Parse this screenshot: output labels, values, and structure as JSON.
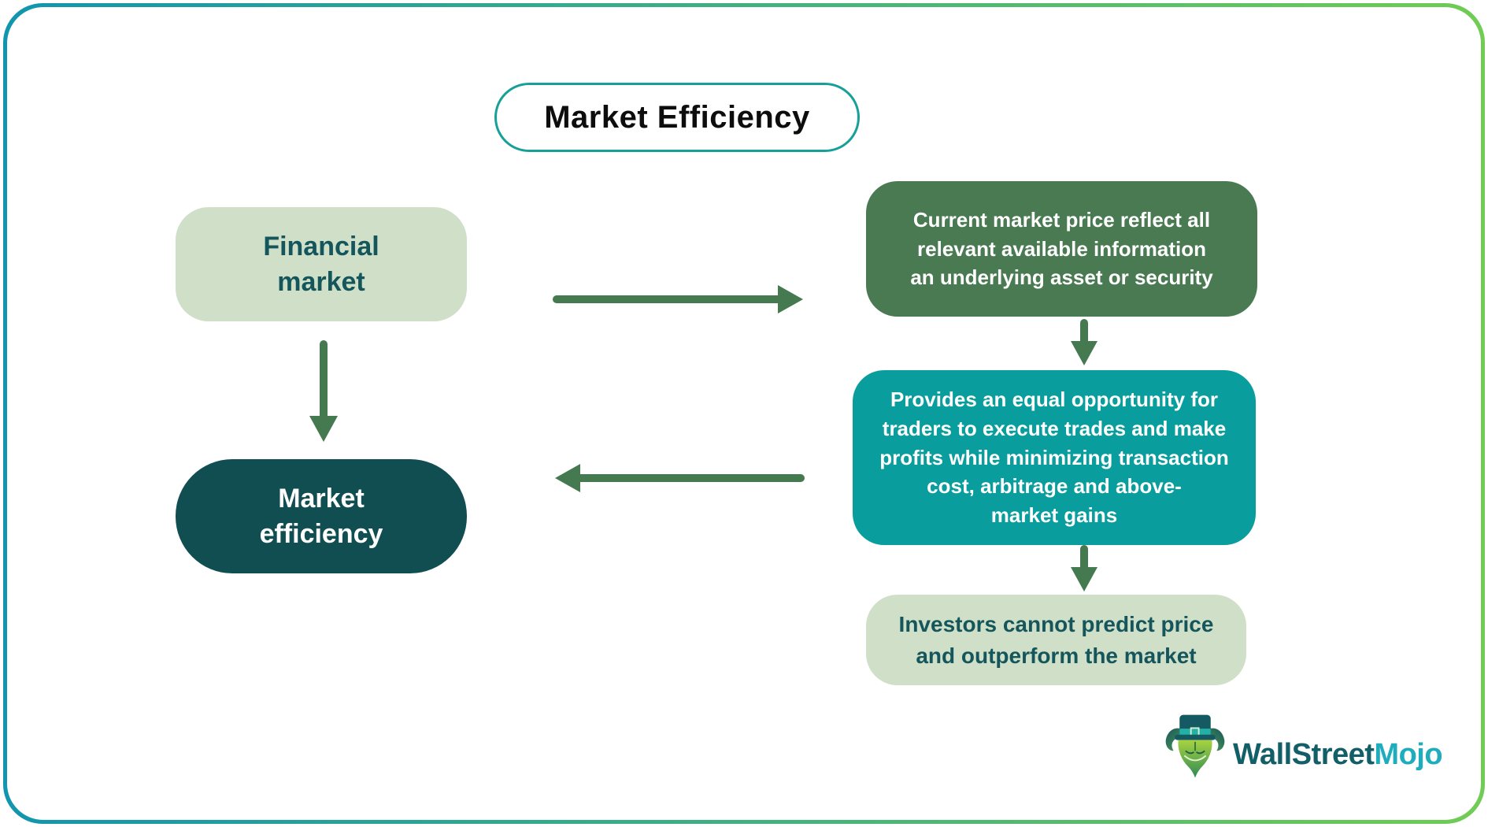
{
  "header": {
    "title": "Market Efficiency"
  },
  "left_column": {
    "financial_market": "Financial\nmarket",
    "market_efficiency": "Market\nefficiency"
  },
  "right_column": {
    "current_price_box": "Current market price reflect all\nrelevant available information\nan underlying asset or security",
    "equal_opportunity_box": "Provides an equal opportunity for\ntraders to execute trades and make\nprofits while minimizing transaction\ncost, arbitrage and above-\nmarket gains",
    "investors_box": "Investors cannot predict price\nand outperform the market"
  },
  "branding": {
    "name_part1": "WallStreet",
    "name_part2": "Mojo",
    "mascot": "bull-mascot-icon"
  },
  "colors": {
    "frame_gradient_start": "#1295ae",
    "frame_gradient_end": "#70cc53",
    "title_border": "#16a098",
    "light_green_box": "#cfdfc8",
    "dark_teal_box": "#114e52",
    "green_box": "#497a52",
    "teal_box": "#0a9d9d",
    "arrow": "#45794f",
    "dark_text": "#15565c",
    "brand_dark": "#135f68",
    "brand_teal": "#1fadbd"
  }
}
